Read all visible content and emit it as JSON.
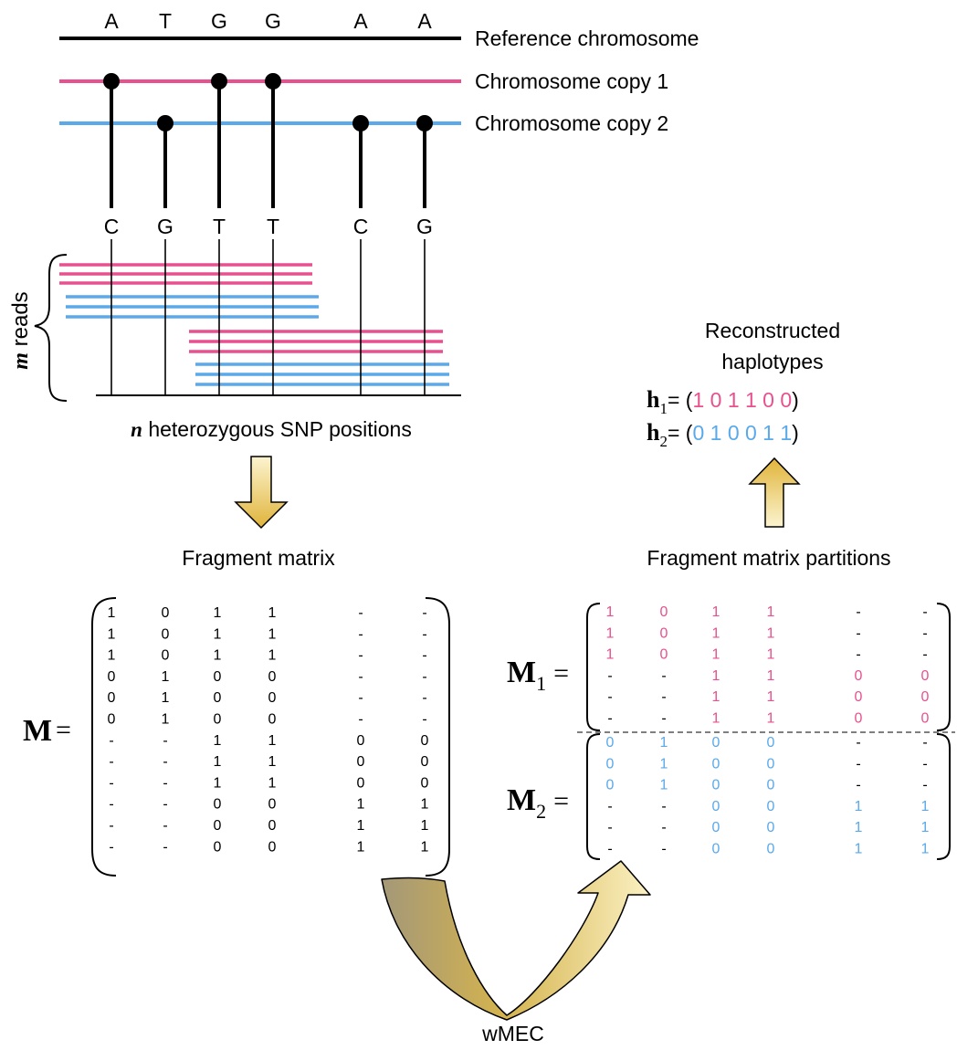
{
  "colors": {
    "pink": "#e8508f",
    "blue": "#5aa9ea",
    "black": "#000000",
    "arrow_light": "#fbf1c2",
    "arrow_dark": "#e2b93e",
    "curve_dark": "#a99a73",
    "curve_mid": "#d9b54a"
  },
  "reference_bases": [
    "A",
    "T",
    "G",
    "G",
    "A",
    "A"
  ],
  "alt_bases": [
    "C",
    "G",
    "T",
    "T",
    "C",
    "G"
  ],
  "variant_copy": [
    1,
    2,
    1,
    1,
    2,
    2
  ],
  "labels": {
    "reference": "Reference chromosome",
    "copy1": "Chromosome copy 1",
    "copy2": "Chromosome copy 2",
    "m_var": "m",
    "m_reads": " reads",
    "n_var": "n",
    "snp_positions": " heterozygous SNP positions",
    "fragment_matrix": "Fragment matrix",
    "partitions": "Fragment matrix partitions",
    "reconstructed_line1": "Reconstructed",
    "reconstructed_line2": "haplotypes",
    "wmec": "wMEC"
  },
  "haplotypes": {
    "h1": {
      "sym": "h",
      "sub": "1",
      "eq": "= (",
      "values": "1 0 1 1 0 0",
      "close": ")"
    },
    "h2": {
      "sym": "h",
      "sub": "2",
      "eq": "= (",
      "values": "0 1 0 0 1 1",
      "close": ")"
    }
  },
  "matrix": {
    "M_label": "M",
    "eq": "=",
    "rows": [
      [
        "1",
        "0",
        "1",
        "1",
        "-",
        "-"
      ],
      [
        "1",
        "0",
        "1",
        "1",
        "-",
        "-"
      ],
      [
        "1",
        "0",
        "1",
        "1",
        "-",
        "-"
      ],
      [
        "0",
        "1",
        "0",
        "0",
        "-",
        "-"
      ],
      [
        "0",
        "1",
        "0",
        "0",
        "-",
        "-"
      ],
      [
        "0",
        "1",
        "0",
        "0",
        "-",
        "-"
      ],
      [
        "-",
        "-",
        "1",
        "1",
        "0",
        "0"
      ],
      [
        "-",
        "-",
        "1",
        "1",
        "0",
        "0"
      ],
      [
        "-",
        "-",
        "1",
        "1",
        "0",
        "0"
      ],
      [
        "-",
        "-",
        "0",
        "0",
        "1",
        "1"
      ],
      [
        "-",
        "-",
        "0",
        "0",
        "1",
        "1"
      ],
      [
        "-",
        "-",
        "0",
        "0",
        "1",
        "1"
      ]
    ]
  },
  "partitions": {
    "M1": {
      "sym": "M",
      "sub": "1",
      "eq": "="
    },
    "M2": {
      "sym": "M",
      "sub": "2",
      "eq": "="
    },
    "M1_rows": [
      0,
      1,
      2,
      6,
      7,
      8
    ],
    "M2_rows": [
      3,
      4,
      5,
      9,
      10,
      11
    ]
  }
}
